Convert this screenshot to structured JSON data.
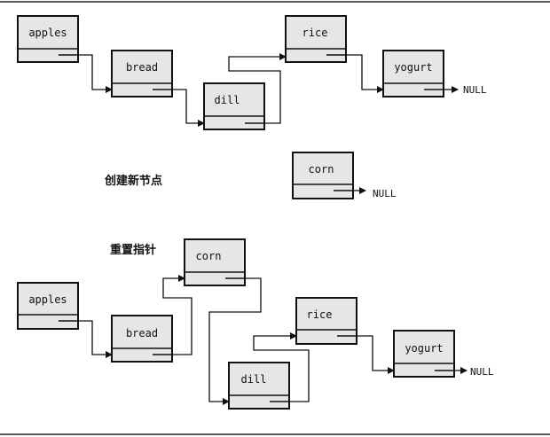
{
  "captions": {
    "create_node": "创建新节点",
    "reset_pointers": "重置指针"
  },
  "null_label": "NULL",
  "before": {
    "nodes": [
      "apples",
      "bread",
      "dill",
      "rice",
      "yogurt"
    ]
  },
  "new_node": {
    "label": "corn"
  },
  "after": {
    "nodes": [
      "apples",
      "bread",
      "corn",
      "dill",
      "rice",
      "yogurt"
    ]
  }
}
